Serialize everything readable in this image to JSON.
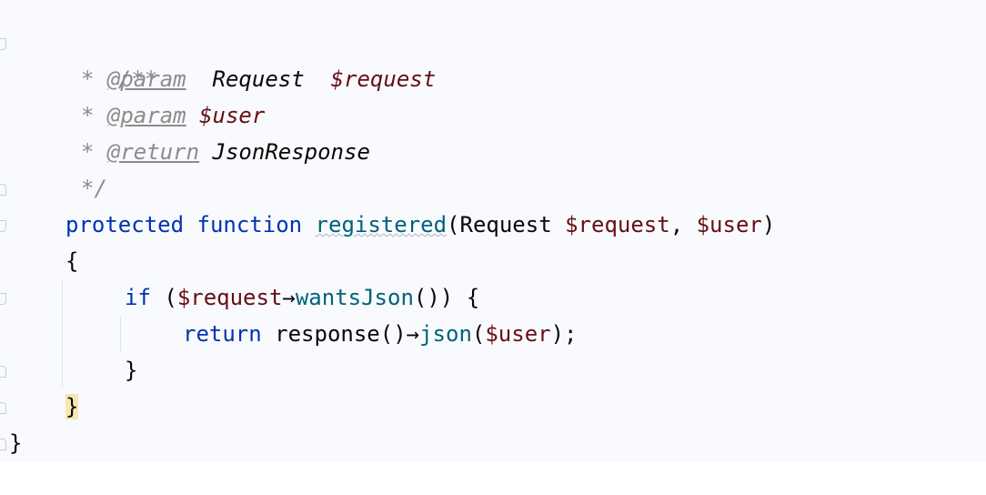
{
  "code": {
    "doc_open": "/**",
    "param1_prefix": "* ",
    "param1_tag": "@param",
    "param1_type": "Request",
    "param1_var": "$request",
    "param2_prefix": "* ",
    "param2_tag": "@param",
    "param2_var": "$user",
    "return_prefix": "* ",
    "return_tag": "@return",
    "return_type": "JsonResponse",
    "doc_close": "*/",
    "kw_protected": "protected",
    "kw_function": "function",
    "fn_name": "registered",
    "sig_open": "(Request ",
    "sig_var1": "$request",
    "sig_sep": ", ",
    "sig_var2": "$user",
    "sig_close": ")",
    "brace_open": "{",
    "kw_if": "if",
    "if_open": " (",
    "if_var": "$request",
    "arrow1": "→",
    "method1": "wantsJson",
    "if_close": "()) {",
    "kw_return": "return",
    "resp_call": " response()",
    "arrow2": "→",
    "method2": "json",
    "json_open": "(",
    "json_var": "$user",
    "json_close": ");",
    "if_brace_close": "}",
    "fn_brace_close": "}",
    "class_brace_close": "}"
  }
}
